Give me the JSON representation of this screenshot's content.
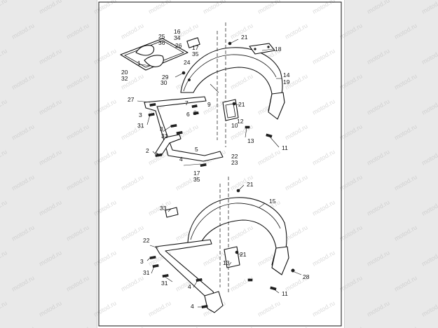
{
  "watermark": "motod.ru",
  "callouts": {
    "c1": "1",
    "c2a": "2",
    "c3a": "3",
    "c3b": "3",
    "c3c": "3",
    "c4a": "4",
    "c4b": "4",
    "c4c": "4",
    "c5": "5",
    "c6": "6",
    "c7": "7",
    "c8": "8",
    "c9": "9",
    "c10": "10",
    "c11a": "11",
    "c11b": "11",
    "c12": "12",
    "c13a": "13",
    "c13b": "13",
    "c14": "14",
    "c15": "15",
    "c16": "16",
    "c17a": "17",
    "c17b": "17",
    "c18": "18",
    "c19": "19",
    "c20": "20",
    "c21a": "21",
    "c21b": "21",
    "c21c": "21",
    "c21d": "21",
    "c22a": "22",
    "c22b": "22",
    "c23": "23",
    "c24": "24",
    "c25": "25",
    "c26": "26",
    "c27": "27",
    "c28": "28",
    "c29": "29",
    "c30": "30",
    "c31a": "31",
    "c31b": "31",
    "c31c": "31",
    "c31d": "31",
    "c32": "32",
    "c33": "33",
    "c34": "34",
    "c35a": "35",
    "c35b": "35",
    "c36": "36"
  },
  "colors": {
    "background": "#e9e9e9",
    "sheet": "#ffffff",
    "ink": "#111111",
    "watermark": "#bdbdbd"
  }
}
